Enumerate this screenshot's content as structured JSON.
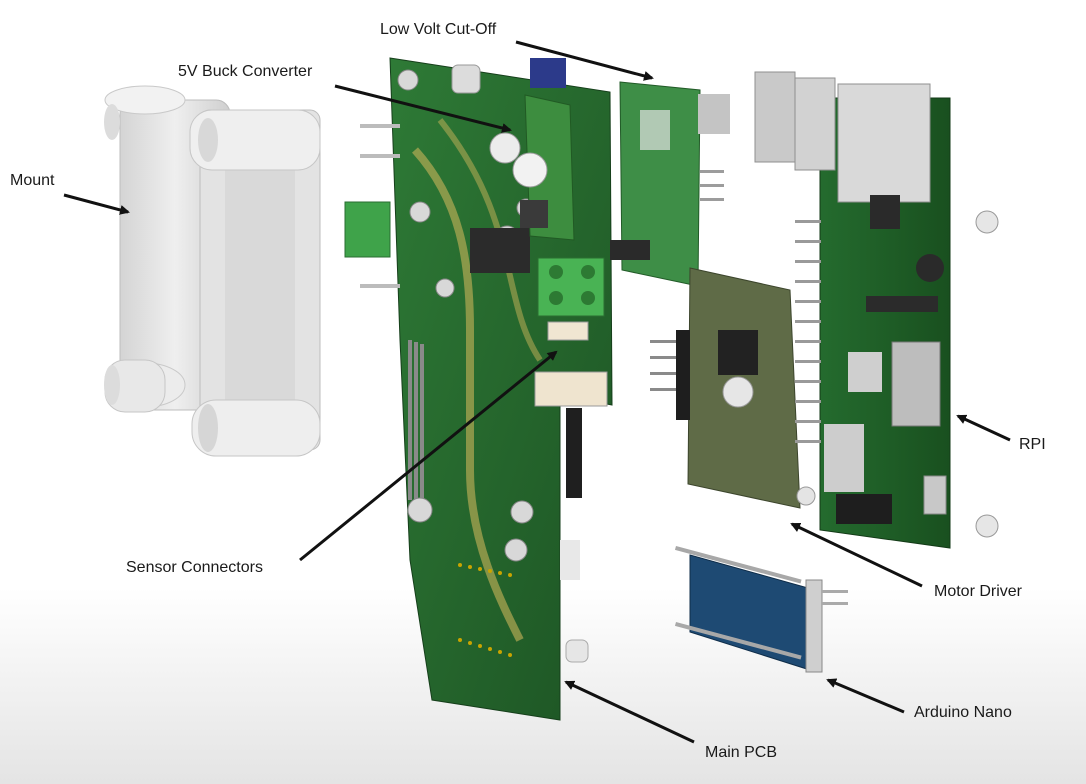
{
  "labels": {
    "low_volt_cutoff": "Low Volt Cut-Off",
    "buck_converter": "5V Buck Converter",
    "mount": "Mount",
    "rpi": "RPI",
    "sensor_connectors": "Sensor Connectors",
    "motor_driver": "Motor Driver",
    "arduino_nano": "Arduino Nano",
    "main_pcb": "Main PCB"
  },
  "colors": {
    "pcb_green": "#2f7a3a",
    "pcb_dark": "#1f5a2a",
    "mount_white": "#e6e6e6",
    "connector_green": "#4caf50",
    "usb_silver": "#c8c8c8",
    "nano_blue": "#1f4f7a",
    "pin_gold": "#b8b8b8"
  }
}
